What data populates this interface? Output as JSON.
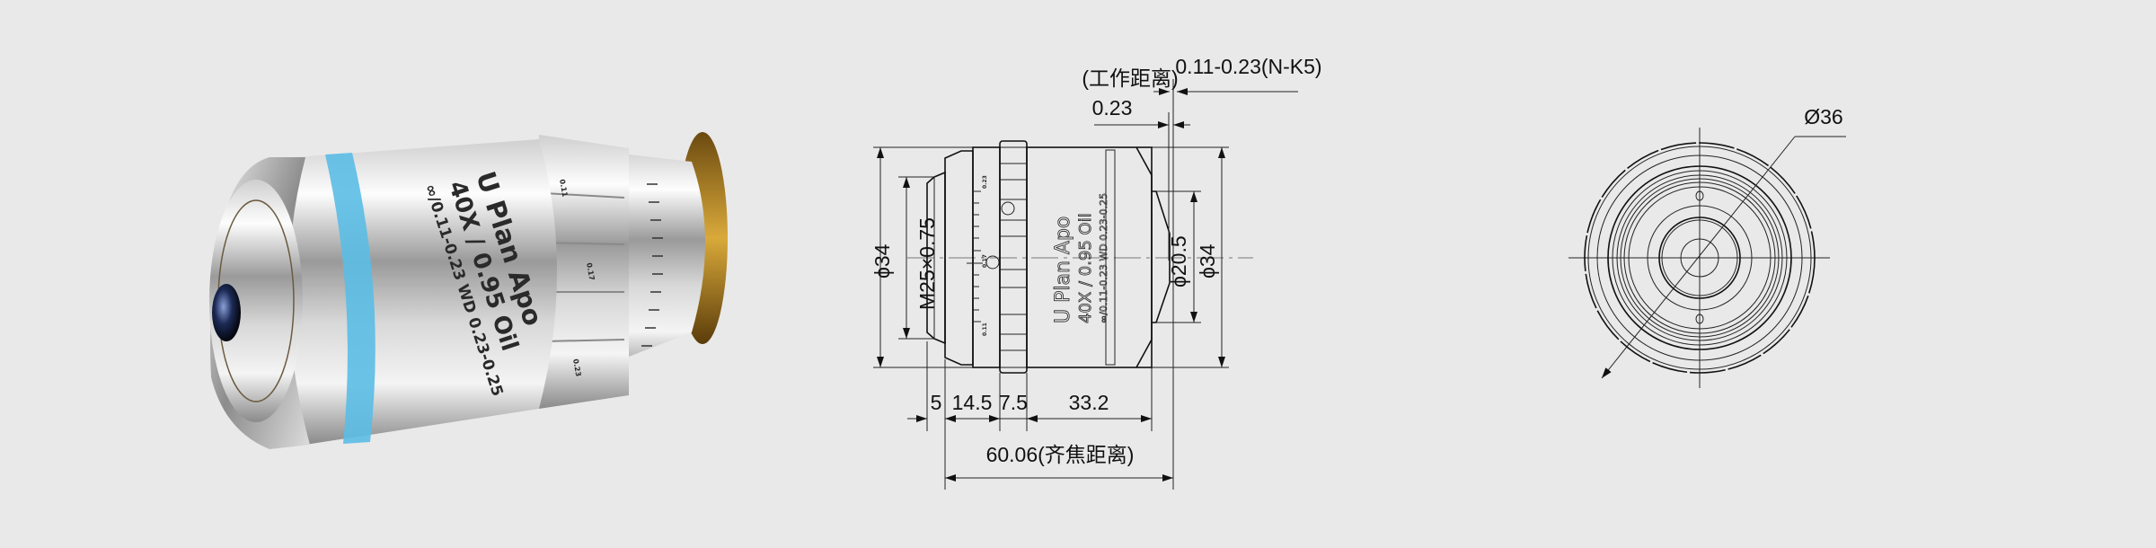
{
  "product_photo": {
    "engraving": {
      "line1": "U Plan Apo",
      "line2": "40X / 0.95 Oil",
      "line3": "∞/0.11-0.23 WD 0.23-0.25"
    },
    "scale_marks": [
      "0.11",
      "0.17",
      "0.23"
    ],
    "band_color": "#5bbde6"
  },
  "side_view": {
    "engraving": {
      "line1": "U Plan Apo",
      "line2": "40X / 0.95 Oil",
      "line3": "∞/0.11-0.23 WD 0.23-0.25"
    },
    "scale_marks": [
      "0.23",
      "0.17",
      "0.11"
    ],
    "dimensions": {
      "outer_dia_left": "ϕ34",
      "thread": "M25×0.75",
      "front_dia": "ϕ20.5",
      "outer_dia_right": "ϕ34",
      "len_thread": "5",
      "len_flange": "14.5",
      "len_ring": "7.5",
      "len_barrel": "33.2",
      "parfocal": "60.06(齐焦距离)",
      "working_distance_label": "(工作距离)",
      "working_distance": "0.23",
      "cover_glass": "0.11-0.23(N-K5)"
    }
  },
  "front_view": {
    "dimensions": {
      "diameter": "Ø36"
    }
  }
}
